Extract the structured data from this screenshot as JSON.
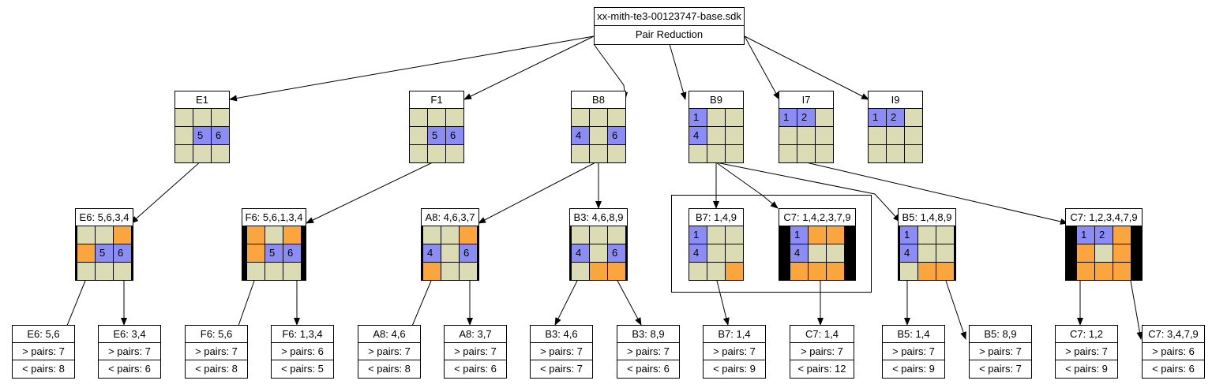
{
  "root": {
    "title": "xx-mith-te3-00123747-base.sdk",
    "subtitle": "Pair Reduction"
  },
  "level1": [
    {
      "label": "E1",
      "cells": [
        [
          "",
          "",
          ""
        ],
        [
          "",
          "5b",
          "6b"
        ],
        [
          "",
          "",
          ""
        ]
      ]
    },
    {
      "label": "F1",
      "cells": [
        [
          "",
          "",
          ""
        ],
        [
          "",
          "5b",
          "6b"
        ],
        [
          "",
          "",
          ""
        ]
      ]
    },
    {
      "label": "B8",
      "cells": [
        [
          "",
          "",
          ""
        ],
        [
          "4b",
          "",
          "6b"
        ],
        [
          "",
          "",
          ""
        ]
      ]
    },
    {
      "label": "B9",
      "cells": [
        [
          "1b",
          "",
          ""
        ],
        [
          "4b",
          "",
          ""
        ],
        [
          "",
          "",
          ""
        ]
      ]
    },
    {
      "label": "I7",
      "cells": [
        [
          "1b",
          "2b",
          ""
        ],
        [
          "",
          "",
          ""
        ],
        [
          "",
          "",
          ""
        ]
      ]
    },
    {
      "label": "I9",
      "cells": [
        [
          "1b",
          "2b",
          ""
        ],
        [
          "",
          "",
          ""
        ],
        [
          "",
          "",
          ""
        ]
      ]
    }
  ],
  "level2": [
    {
      "label": "E6: 5,6,3,4",
      "cells": [
        [
          "",
          "",
          "o"
        ],
        [
          "o",
          "5b",
          "6b"
        ],
        [
          "",
          "",
          ""
        ]
      ]
    },
    {
      "label": "F6: 5,6,1,3,4",
      "cells": [
        [
          "o",
          "",
          "o"
        ],
        [
          "o",
          "5b",
          "6b"
        ],
        [
          "",
          "",
          ""
        ]
      ]
    },
    {
      "label": "A8: 4,6,3,7",
      "cells": [
        [
          "",
          "",
          "o"
        ],
        [
          "4b",
          "",
          "6b"
        ],
        [
          "o",
          "",
          ""
        ]
      ]
    },
    {
      "label": "B3: 4,6,8,9",
      "cells": [
        [
          "",
          "",
          ""
        ],
        [
          "4b",
          "",
          "6b"
        ],
        [
          "",
          "o",
          "o"
        ]
      ]
    },
    {
      "label": "B7: 1,4,9",
      "cells": [
        [
          "1b",
          "",
          ""
        ],
        [
          "4b",
          "",
          ""
        ],
        [
          "",
          "",
          "o"
        ]
      ]
    },
    {
      "label": "C7: 1,4,2,3,7,9",
      "cells": [
        [
          "1b",
          "o",
          "o"
        ],
        [
          "4b",
          "",
          ""
        ],
        [
          "o",
          "o",
          "o"
        ]
      ]
    },
    {
      "label": "B5: 1,4,8,9",
      "cells": [
        [
          "1b",
          "",
          ""
        ],
        [
          "4b",
          "",
          ""
        ],
        [
          "",
          "o",
          "o"
        ]
      ]
    },
    {
      "label": "C7: 1,2,3,4,7,9",
      "cells": [
        [
          "1b",
          "2b",
          "o"
        ],
        [
          "o",
          "",
          "o"
        ],
        [
          "o",
          "o",
          "o"
        ]
      ]
    }
  ],
  "leaves": [
    {
      "label": "E6: 5,6",
      "more": "> pairs: 7",
      "less": "< pairs: 8"
    },
    {
      "label": "E6: 3,4",
      "more": "> pairs: 7",
      "less": "< pairs: 6"
    },
    {
      "label": "F6: 5,6",
      "more": "> pairs: 7",
      "less": "< pairs: 8"
    },
    {
      "label": "F6: 1,3,4",
      "more": "> pairs: 6",
      "less": "< pairs: 5"
    },
    {
      "label": "A8: 4,6",
      "more": "> pairs: 7",
      "less": "< pairs: 8"
    },
    {
      "label": "A8: 3,7",
      "more": "> pairs: 7",
      "less": "< pairs: 6"
    },
    {
      "label": "B3: 4,6",
      "more": "> pairs: 7",
      "less": "< pairs: 7"
    },
    {
      "label": "B3: 8,9",
      "more": "> pairs: 7",
      "less": "< pairs: 6"
    },
    {
      "label": "B7: 1,4",
      "more": "> pairs: 7",
      "less": "< pairs: 9"
    },
    {
      "label": "C7: 1,4",
      "more": "> pairs: 7",
      "less": "< pairs: 12"
    },
    {
      "label": "B5: 1,4",
      "more": "> pairs: 7",
      "less": "< pairs: 9"
    },
    {
      "label": "B5: 8,9",
      "more": "> pairs: 7",
      "less": "< pairs: 7"
    },
    {
      "label": "C7: 1,2",
      "more": "> pairs: 7",
      "less": "< pairs: 9"
    },
    {
      "label": "C7: 3,4,7,9",
      "more": "> pairs: 6",
      "less": "< pairs: 6"
    }
  ],
  "colors": {
    "blue": "#8c8cf5",
    "orange": "#fba53f",
    "empty": "#dcdcb4"
  }
}
